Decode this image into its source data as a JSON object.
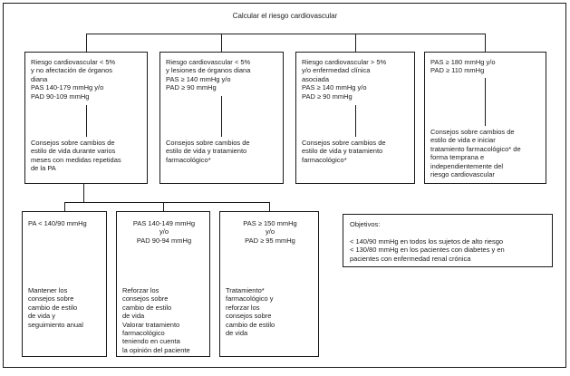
{
  "diagram": {
    "title": "Calcular el riesgo cardiovascular",
    "colors": {
      "ink": "#1a1a1a",
      "background": "#ffffff"
    },
    "risk_nodes": [
      {
        "condition": "Riesgo cardiovascular < 5%\ny no afectación de órganos\ndiana\nPAS 140-179 mmHg y/o\nPAD 90-109 mmHg",
        "action": "Consejos sobre cambios de\nestilo de vida durante varios\nmeses con medidas repetidas\nde la PA"
      },
      {
        "condition": "Riesgo cardiovascular < 5%\ny lesiones de órganos diana\nPAS ≥ 140 mmHg y/o\nPAD ≥ 90 mmHg",
        "action": "Consejos sobre cambios de\nestilo de vida y tratamiento\nfarmacológico*"
      },
      {
        "condition": "Riesgo cardiovascular > 5%\ny/o enfermedad clínica\nasociada\nPAS ≥ 140 mmHg y/o\nPAD ≥ 90 mmHg",
        "action": "Consejos sobre cambios de\nestilo de vida y tratamiento\nfarmacológico*"
      },
      {
        "condition": "PAS ≥ 180 mmHg y/o\nPAD ≥ 110 mmHg",
        "action": "Consejos sobre cambios de\nestilo de vida e iniciar\ntratamiento farmacológico* de\nforma temprana e\nindependientemente del\nriesgo cardiovascular"
      }
    ],
    "followup_nodes": [
      {
        "condition": "PA < 140/90 mmHg",
        "action": "Mantener los\nconsejos sobre\ncambio de estilo\nde vida y\nseguimiento anual"
      },
      {
        "condition": "PAS 140-149 mmHg\ny/o\nPAD 90-94 mmHg",
        "action": "Reforzar los\nconsejos sobre\ncambio de estilo\nde vida\nValorar tratamiento\nfarmacológico\nteniendo en cuenta\nla opinión del paciente"
      },
      {
        "condition": "PAS ≥ 150 mmHg\ny/o\nPAD ≥ 95 mmHg",
        "action": "Tratamiento*\nfarmacológico y\nreforzar los\nconsejos sobre\ncambio de estilo\nde vida"
      }
    ],
    "objectives": {
      "heading": "Objetivos:",
      "body": "< 140/90 mmHg en todos los sujetos de alto riesgo\n< 130/80 mmHg en los pacientes con diabetes y en\npacientes con enfermedad renal crónica"
    }
  }
}
